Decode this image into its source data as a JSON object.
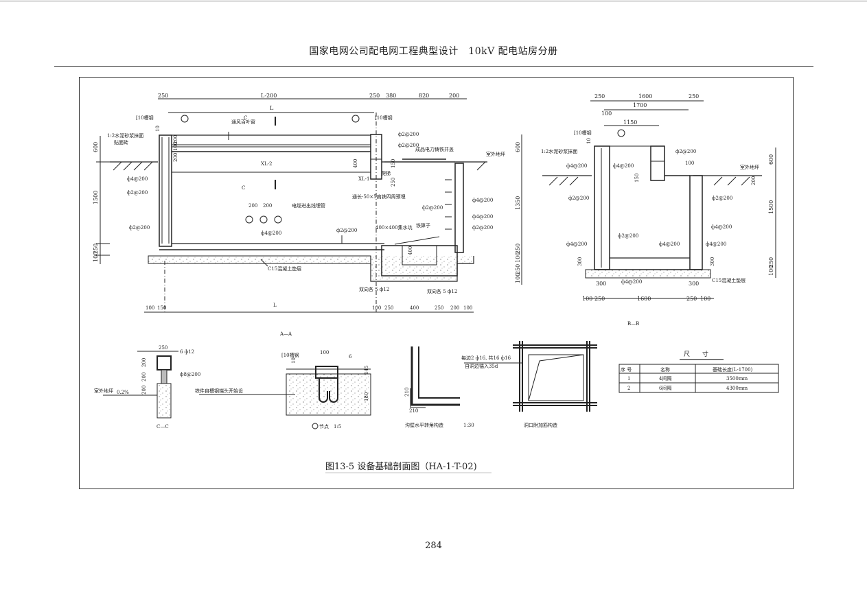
{
  "header": {
    "title": "国家电网公司配电网工程典型设计　10kV 配电站房分册"
  },
  "figure": {
    "caption": "图13-5 设备基础剖面图（HA-1-T-02)"
  },
  "page_number": "284",
  "section_aa": {
    "name": "A—A",
    "top_dims": [
      "250",
      "L-200",
      "250",
      "380",
      "820",
      "200"
    ],
    "L_top": "L",
    "bottom_dims": [
      "100",
      "150",
      "L",
      "100",
      "250",
      "400",
      "250",
      "200",
      "100"
    ],
    "left_dims": [
      "600",
      "1500",
      "250",
      "100"
    ],
    "right_dims": [
      "600",
      "1350",
      "250",
      "100",
      "250",
      "100"
    ],
    "labels": {
      "channel_left": "[10槽钢",
      "channel_right": "[10槽钢",
      "mortar": "1:2水泥砂浆抹面",
      "tile": "贴面砖",
      "louver": "通风百叶窗",
      "xl2": "XL-2",
      "xl1": "XL-1",
      "c_mark1": "C",
      "c_mark2": "C",
      "cover": "成品电力铸铁井盖",
      "ground": "室外地坪",
      "ladder": "爬梯",
      "flat_iron": "通长-50×5扁铁四周预埋",
      "cable_pipe": "电缆进出线埋管",
      "pipe_spacing1": "200",
      "pipe_spacing2": "200",
      "sump": "400×400集水坑",
      "grate": "铁箅子",
      "sump_depth": "400",
      "pad": "C15混凝土垫层",
      "rebar_two_way1": "双向各 5 ф12",
      "rebar_two_way2": "双向各 5 ф12",
      "dim_400": "400",
      "dim_150": "150",
      "dim_250": "250",
      "dim_200v": "200",
      "dim_100v": "100",
      "dim_200v2": "200",
      "dim_10": "10"
    },
    "rebar": [
      "ф2@200",
      "ф2@200",
      "ф4@200",
      "ф2@200",
      "ф2@200",
      "ф4@200",
      "ф2@200",
      "ф2@200",
      "ф4@200",
      "ф4@200",
      "ф2@200"
    ]
  },
  "section_bb": {
    "name": "B—B",
    "top_dims": [
      "250",
      "1600",
      "250",
      "1700",
      "100",
      "1150"
    ],
    "bottom_dims": [
      "100",
      "250",
      "1600",
      "250",
      "100",
      "300",
      "300"
    ],
    "right_dims": [
      "600",
      "1500",
      "250",
      "100",
      "200",
      "100"
    ],
    "side_dims": [
      "300",
      "300",
      "150"
    ],
    "labels": {
      "channel": "[10槽钢",
      "mortar": "1:2水泥砂浆抹面",
      "ground": "室外地坪",
      "pad": "C15混凝土垫层",
      "dim_10": "10"
    },
    "rebar": [
      "ф2@200",
      "ф4@200",
      "ф4@200",
      "ф2@200",
      "ф2@200",
      "ф4@200",
      "ф2@200",
      "ф4@200",
      "ф4@200",
      "ф4@200",
      "ф4@200"
    ]
  },
  "section_cc": {
    "name": "C—C",
    "dims": [
      "250",
      "200",
      "200",
      "200"
    ],
    "rebar_top": "6 ф12",
    "rebar_stirrup": "ф8@200",
    "ground": "室外地坪",
    "slope": "0.2%"
  },
  "detail_node": {
    "name": "节点　1:5",
    "channel": "[10槽钢",
    "dims": [
      "100",
      "10",
      "180",
      "145"
    ],
    "weld": "6",
    "note": "铁件自槽钢端头开始设"
  },
  "corner_detail": {
    "caption": "沟壁水平转角构造",
    "scale": "1:30",
    "dims": [
      "210",
      "210"
    ]
  },
  "opening_detail": {
    "caption": "洞口附加筋构造",
    "note1": "每边2 ф16, 共16 ф16",
    "note2": "自洞边锚入35d"
  },
  "size_table": {
    "title": "尺　　寸",
    "headers": [
      "序 号",
      "名称",
      "基础长度(L-1700)"
    ],
    "rows": [
      [
        "1",
        "4间隔",
        "3500mm"
      ],
      [
        "2",
        "6间隔",
        "4300mm"
      ]
    ]
  }
}
